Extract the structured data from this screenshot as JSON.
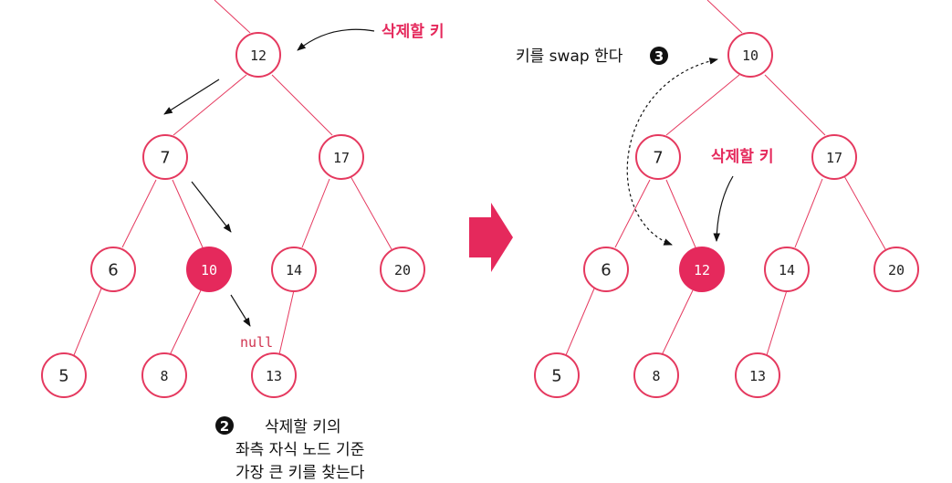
{
  "colors": {
    "accent": "#e5295c",
    "edge": "#e5395f",
    "text": "#222222",
    "arrow": "#111111"
  },
  "left_tree": {
    "nodes": [
      {
        "id": "L12",
        "label": "12",
        "highlight": false
      },
      {
        "id": "L7",
        "label": "7",
        "highlight": false
      },
      {
        "id": "L17",
        "label": "17",
        "highlight": false
      },
      {
        "id": "L6",
        "label": "6",
        "highlight": false
      },
      {
        "id": "L10",
        "label": "10",
        "highlight": true
      },
      {
        "id": "L14",
        "label": "14",
        "highlight": false
      },
      {
        "id": "L20",
        "label": "20",
        "highlight": false
      },
      {
        "id": "L5",
        "label": "5",
        "highlight": false
      },
      {
        "id": "L8",
        "label": "8",
        "highlight": false
      },
      {
        "id": "L13",
        "label": "13",
        "highlight": false
      }
    ],
    "delete_key_label": "삭제할 키",
    "null_label": "null",
    "step_number": "2",
    "step_lines": [
      "삭제할 키의",
      "좌측 자식 노드 기준",
      "가장 큰 키를 찾는다"
    ]
  },
  "right_tree": {
    "nodes": [
      {
        "id": "R10",
        "label": "10",
        "highlight": false
      },
      {
        "id": "R7",
        "label": "7",
        "highlight": false
      },
      {
        "id": "R17",
        "label": "17",
        "highlight": false
      },
      {
        "id": "R6",
        "label": "6",
        "highlight": false
      },
      {
        "id": "R12",
        "label": "12",
        "highlight": true
      },
      {
        "id": "R14",
        "label": "14",
        "highlight": false
      },
      {
        "id": "R20",
        "label": "20",
        "highlight": false
      },
      {
        "id": "R5",
        "label": "5",
        "highlight": false
      },
      {
        "id": "R8",
        "label": "8",
        "highlight": false
      },
      {
        "id": "R13",
        "label": "13",
        "highlight": false
      }
    ],
    "delete_key_label": "삭제할 키",
    "swap_label": "키를 swap 한다",
    "step_number": "3"
  }
}
